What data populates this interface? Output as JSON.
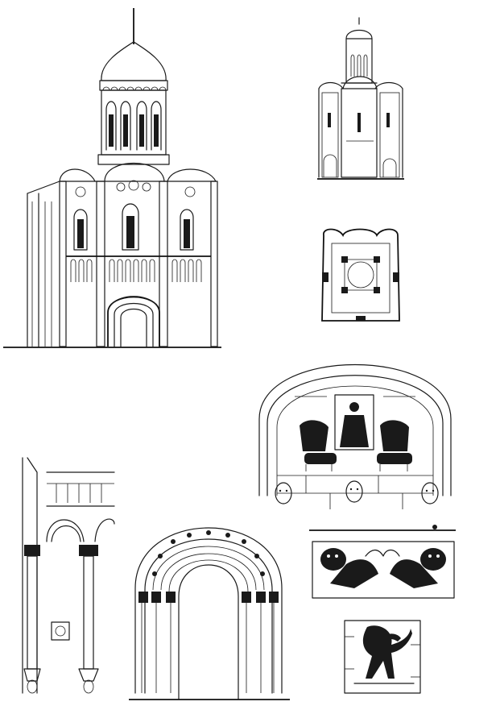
{
  "plate": {
    "background": "#ffffff",
    "ink_color": "#1a1a1a",
    "figures": [
      {
        "id": "cathedral-facade",
        "kind": "elevation drawing"
      },
      {
        "id": "cathedral-section",
        "kind": "section drawing"
      },
      {
        "id": "cathedral-plan",
        "kind": "floor plan"
      },
      {
        "id": "tympanum-relief",
        "kind": "relief carving"
      },
      {
        "id": "arcade-detail",
        "kind": "elevation drawing"
      },
      {
        "id": "portal-detail",
        "kind": "elevation drawing"
      },
      {
        "id": "lions-frieze",
        "kind": "relief carving"
      },
      {
        "id": "griffin-relief",
        "kind": "relief carving"
      }
    ]
  }
}
